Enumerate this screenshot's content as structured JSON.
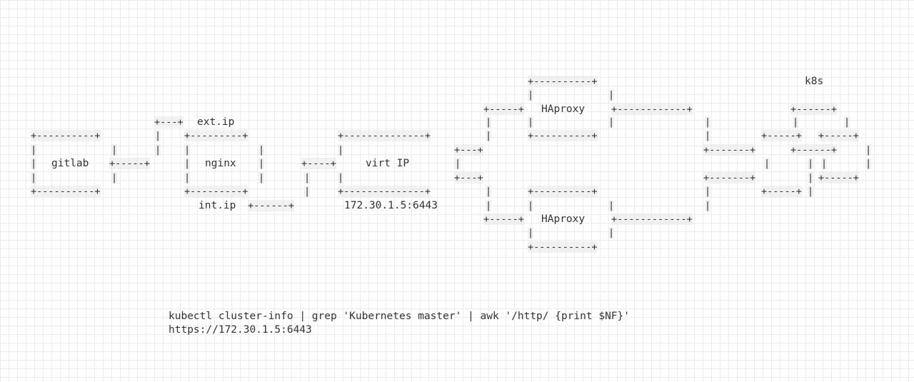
{
  "labels": {
    "gitlab": "gitlab",
    "nginx": "nginx",
    "ext_ip": "ext.ip",
    "int_ip": "int.ip",
    "virt_ip": "virt IP",
    "virt_ip_addr": "172.30.1.5:6443",
    "haproxy_top": "HAproxy",
    "haproxy_bottom": "HAproxy",
    "k8s": "k8s"
  },
  "command": {
    "line1": "kubectl cluster-info | grep 'Kubernetes master' | awk '/http/ {print $NF}'",
    "line2": "https://172.30.1.5:6443"
  }
}
